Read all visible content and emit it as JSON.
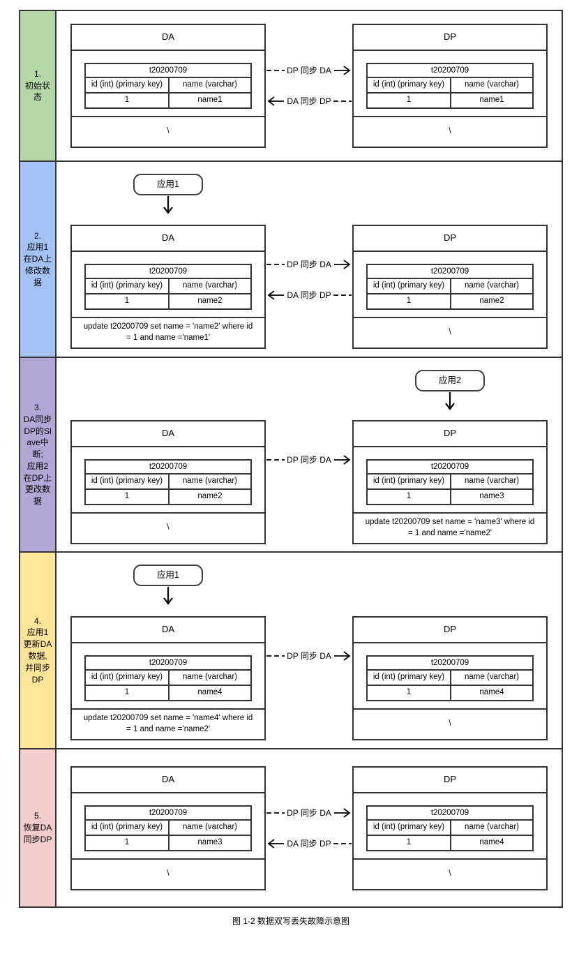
{
  "caption": "图 1-2 数据双写丢失故障示意图",
  "colors": {
    "border": "#333333",
    "step1_bg": "#b5d6a7",
    "step2_bg": "#a4c2f4",
    "step3_bg": "#b4a7d6",
    "step4_bg": "#ffe599",
    "step5_bg": "#f4cccc"
  },
  "arrow_labels": {
    "dp_sync_da": "DP 同步 DA",
    "da_sync_dp": "DA 同步 DP"
  },
  "rows": [
    {
      "step_label": "1.\n初始状态",
      "label_color": "#b5d6a7",
      "da": {
        "title": "DA",
        "table": {
          "name": "t20200709",
          "col1": "id (int) (primary key)",
          "col2": "name (varchar)",
          "val1": "1",
          "val2": "name1"
        },
        "footer": "\\"
      },
      "dp": {
        "title": "DP",
        "table": {
          "name": "t20200709",
          "col1": "id (int) (primary key)",
          "col2": "name (varchar)",
          "val1": "1",
          "val2": "name1"
        },
        "footer": "\\"
      }
    },
    {
      "step_label": "2.\n应用1\n在DA上\n修改数据",
      "label_color": "#a4c2f4",
      "app": "应用1",
      "da": {
        "title": "DA",
        "table": {
          "name": "t20200709",
          "col1": "id (int) (primary key)",
          "col2": "name (varchar)",
          "val1": "1",
          "val2": "name2"
        },
        "footer": "update  t20200709 set name = 'name2' where id = 1 and name ='name1'"
      },
      "dp": {
        "title": "DP",
        "table": {
          "name": "t20200709",
          "col1": "id (int) (primary key)",
          "col2": "name (varchar)",
          "val1": "1",
          "val2": "name2"
        },
        "footer": "\\"
      }
    },
    {
      "step_label": "3.\nDA同步\nDP的Slave中断;\n应用2\n在DP上\n更改数据",
      "label_color": "#b4a7d6",
      "app": "应用2",
      "da": {
        "title": "DA",
        "table": {
          "name": "t20200709",
          "col1": "id (int) (primary key)",
          "col2": "name (varchar)",
          "val1": "1",
          "val2": "name2"
        },
        "footer": "\\"
      },
      "dp": {
        "title": "DP",
        "table": {
          "name": "t20200709",
          "col1": "id (int) (primary key)",
          "col2": "name (varchar)",
          "val1": "1",
          "val2": "name3"
        },
        "footer": "update  t20200709 set name = 'name3' where id = 1 and name ='name2'"
      }
    },
    {
      "step_label": "4.\n应用1\n更新DA\n数据,\n并同步\nDP",
      "label_color": "#ffe599",
      "app": "应用1",
      "da": {
        "title": "DA",
        "table": {
          "name": "t20200709",
          "col1": "id (int) (primary key)",
          "col2": "name (varchar)",
          "val1": "1",
          "val2": "name4"
        },
        "footer": "update  t20200709 set name = 'name4' where id = 1 and name ='name2'"
      },
      "dp": {
        "title": "DP",
        "table": {
          "name": "t20200709",
          "col1": "id (int) (primary key)",
          "col2": "name (varchar)",
          "val1": "1",
          "val2": "name4"
        },
        "footer": "\\"
      }
    },
    {
      "step_label": "5.\n恢复DA\n同步DP",
      "label_color": "#f4cccc",
      "da": {
        "title": "DA",
        "table": {
          "name": "t20200709",
          "col1": "id (int) (primary key)",
          "col2": "name (varchar)",
          "val1": "1",
          "val2": "name3"
        },
        "footer": "\\"
      },
      "dp": {
        "title": "DP",
        "table": {
          "name": "t20200709",
          "col1": "id (int) (primary key)",
          "col2": "name (varchar)",
          "val1": "1",
          "val2": "name4"
        },
        "footer": "\\"
      }
    }
  ]
}
